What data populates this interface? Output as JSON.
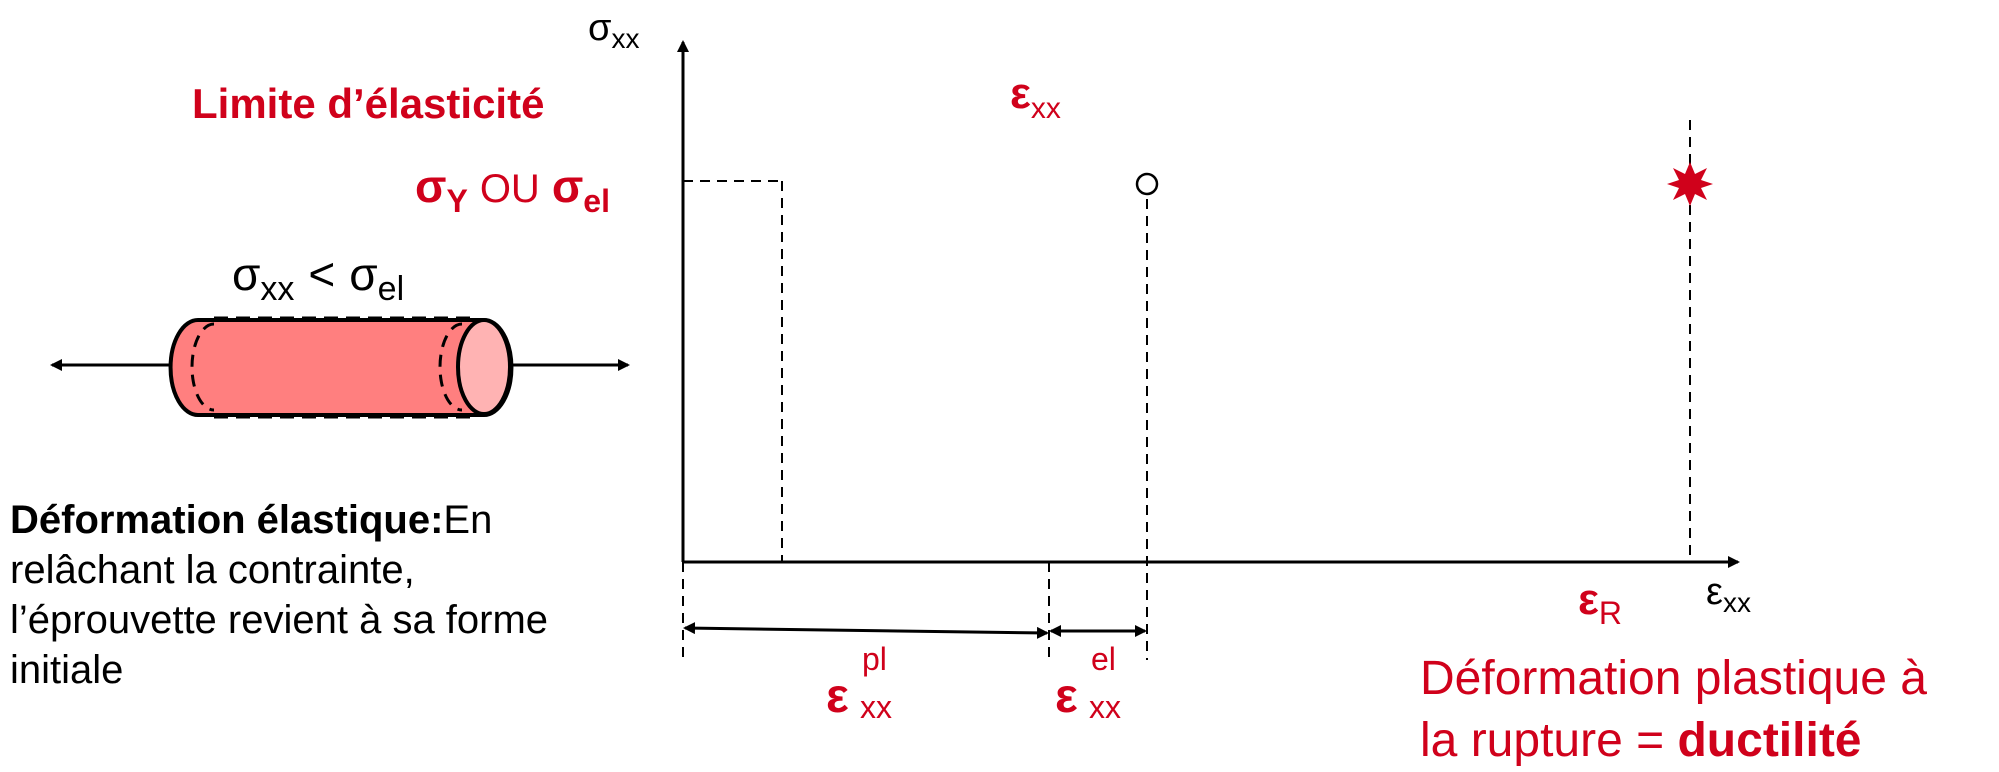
{
  "axes": {
    "y_symbol": "σ",
    "y_sub": "xx",
    "x_symbol": "ε",
    "x_sub": "xx"
  },
  "labels": {
    "limit_title": "Limite d’élasticité",
    "yield_sigma1": "σ",
    "yield_sub1": "Y",
    "yield_ou": "OU",
    "yield_sigma2": "σ",
    "yield_sub2": "el",
    "strain_symbol": "ε",
    "strain_sub": "xx",
    "eps_r_symbol": "ε",
    "eps_r_sub": "R",
    "eps_pl_symbol": "ε",
    "eps_pl_sub": "xx",
    "eps_pl_sup": "pl",
    "eps_el_symbol": "ε",
    "eps_el_sub": "xx",
    "eps_el_sup": "el"
  },
  "specimen": {
    "cond_sigma1": "σ",
    "cond_sub1": "xx",
    "cond_op": "<",
    "cond_sigma2": "σ",
    "cond_sub2": "el",
    "fill_color": "#ff7f7f",
    "end_color": "#ffb3b3"
  },
  "elastic_text": {
    "heading": "Déformation élastique:",
    "body": "En relâchant la contrainte, l’éprouvette revient à sa forme initiale"
  },
  "rupture_text": {
    "line1": "Déformation plastique à",
    "line2_prefix": "la rupture = ",
    "line2_bold": "ductilité"
  },
  "colors": {
    "accent": "#d0011b",
    "axis": "#000000"
  }
}
